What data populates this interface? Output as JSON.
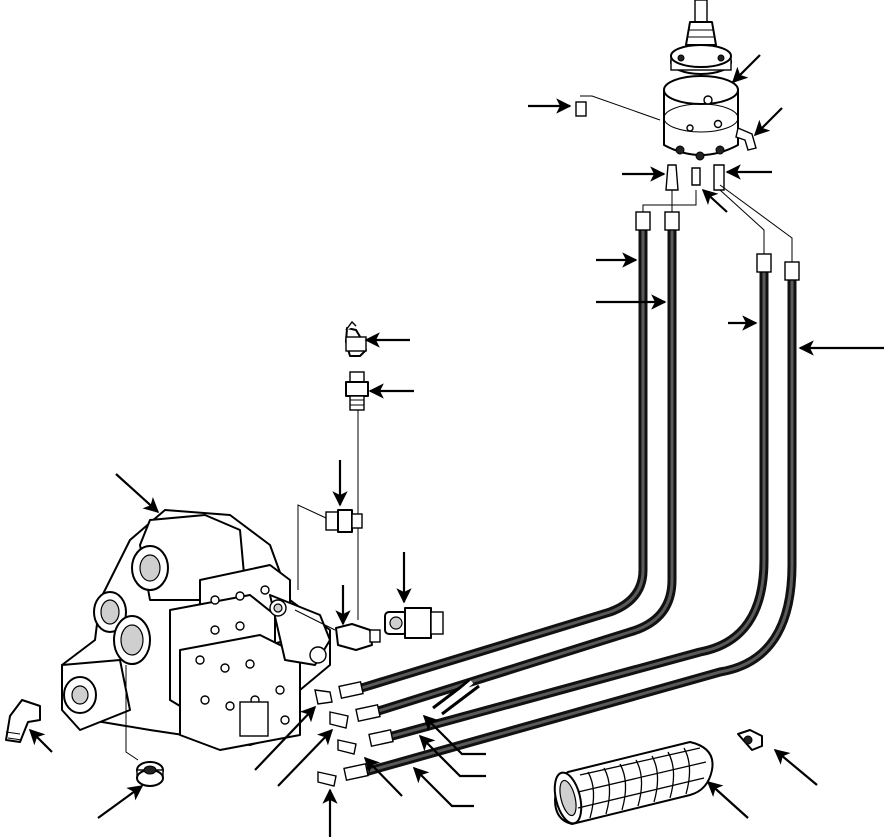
{
  "diagram": {
    "description_hidden": "",
    "colors": {
      "ink": "#000000",
      "hose": "#111111",
      "hose_highlight": "#5a5a5a",
      "shade": "#cfcfcf",
      "background": "#ffffff"
    },
    "parts": [
      "steering-control-unit",
      "control-valve-assembly",
      "hose-1",
      "hose-2",
      "hose-3",
      "hose-4",
      "elbow-fitting",
      "straight-connector",
      "adapter-fitting",
      "check-valve",
      "solenoid-valve",
      "pipe-plug",
      "protective-sleeve",
      "hose-clamp"
    ],
    "callouts": [
      {
        "id": "callout-1"
      },
      {
        "id": "callout-2"
      },
      {
        "id": "callout-3"
      },
      {
        "id": "callout-4"
      },
      {
        "id": "callout-5"
      },
      {
        "id": "callout-6"
      },
      {
        "id": "callout-7"
      },
      {
        "id": "callout-8"
      },
      {
        "id": "callout-9"
      },
      {
        "id": "callout-10"
      },
      {
        "id": "callout-11"
      },
      {
        "id": "callout-12"
      },
      {
        "id": "callout-13"
      },
      {
        "id": "callout-14"
      },
      {
        "id": "callout-15"
      },
      {
        "id": "callout-16"
      },
      {
        "id": "callout-17"
      },
      {
        "id": "callout-18"
      },
      {
        "id": "callout-19"
      },
      {
        "id": "callout-20"
      },
      {
        "id": "callout-21"
      },
      {
        "id": "callout-22"
      },
      {
        "id": "callout-23"
      },
      {
        "id": "callout-24"
      },
      {
        "id": "callout-25"
      },
      {
        "id": "callout-26"
      },
      {
        "id": "callout-27"
      }
    ]
  }
}
